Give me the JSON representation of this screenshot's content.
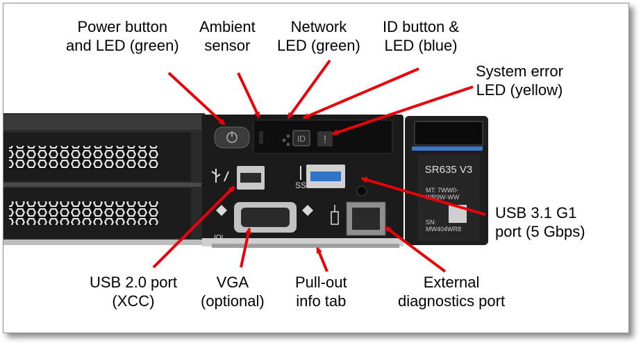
{
  "callouts": {
    "power": {
      "line1": "Power button",
      "line2": "and LED (green)"
    },
    "ambient": {
      "line1": "Ambient",
      "line2": "sensor"
    },
    "network": {
      "line1": "Network",
      "line2": "LED (green)"
    },
    "id_button": {
      "line1": "ID button &",
      "line2": "LED (blue)"
    },
    "system_error": {
      "line1": "System error",
      "line2": "LED (yellow)"
    },
    "usb31": {
      "line1": "USB 3.1 G1",
      "line2": "port (5 Gbps)"
    },
    "usb20": {
      "line1": "USB 2.0 port",
      "line2": "(XCC)"
    },
    "vga": {
      "line1": "VGA",
      "line2": "(optional)"
    },
    "pullout": {
      "line1": "Pull-out",
      "line2": "info tab"
    },
    "external_diag": {
      "line1": "External",
      "line2": "diagnostics port"
    }
  },
  "server_label": {
    "model": "SR635 V3",
    "mt": "MT: 7WW0-",
    "mt2": "WR9W-WW",
    "sn": "SN:",
    "sn2": "MW404WR8"
  },
  "panel_glyphs": {
    "id": "ID",
    "error": "!",
    "vga_label": "IOI",
    "usb_ss": "SS"
  },
  "colors": {
    "arrow": "#e8000b",
    "usb3_blue": "#2e74c9",
    "label_stripe": "#3a78c8"
  },
  "icons": [
    "power-icon",
    "usb-wrench-icon",
    "usb-ss-icon",
    "diagnostics-icon",
    "network-icon",
    "id-icon",
    "error-icon"
  ]
}
